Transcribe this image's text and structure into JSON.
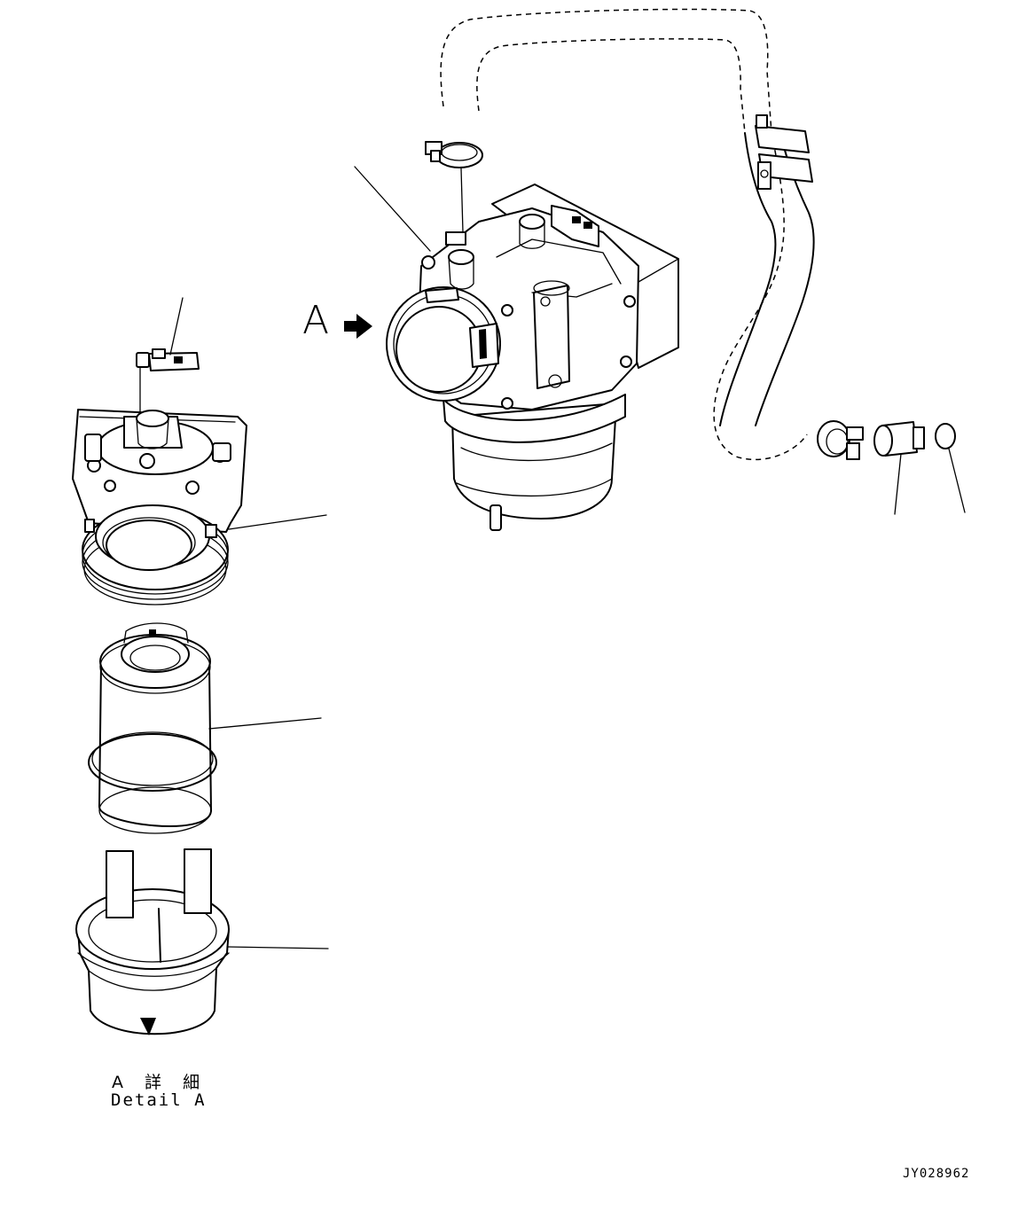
{
  "view_marker": {
    "letter": "A"
  },
  "detail_caption": {
    "japanese": "A 詳 細",
    "english": "Detail A"
  },
  "drawing_code": "JY028962",
  "icons": {
    "view_arrow": "right-arrow-icon"
  }
}
